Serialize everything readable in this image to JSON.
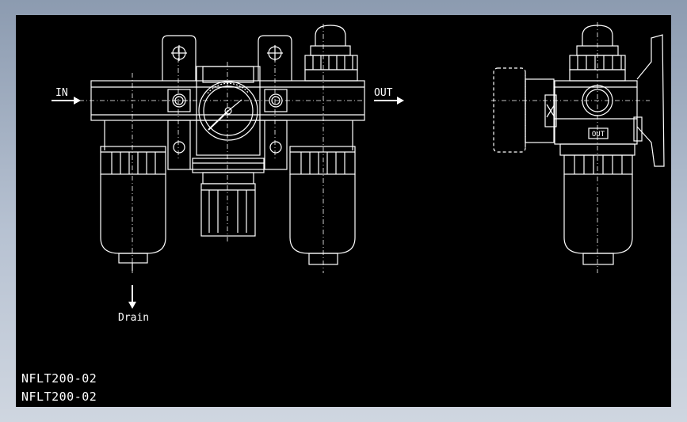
{
  "window": {
    "background": "#000000",
    "line_color": "#ffffff"
  },
  "labels": {
    "in": "IN",
    "out": "OUT",
    "drain": "Drain",
    "side_port": "OUT"
  },
  "model_lines": [
    "NFLT200-02",
    "NFLT200-02"
  ]
}
